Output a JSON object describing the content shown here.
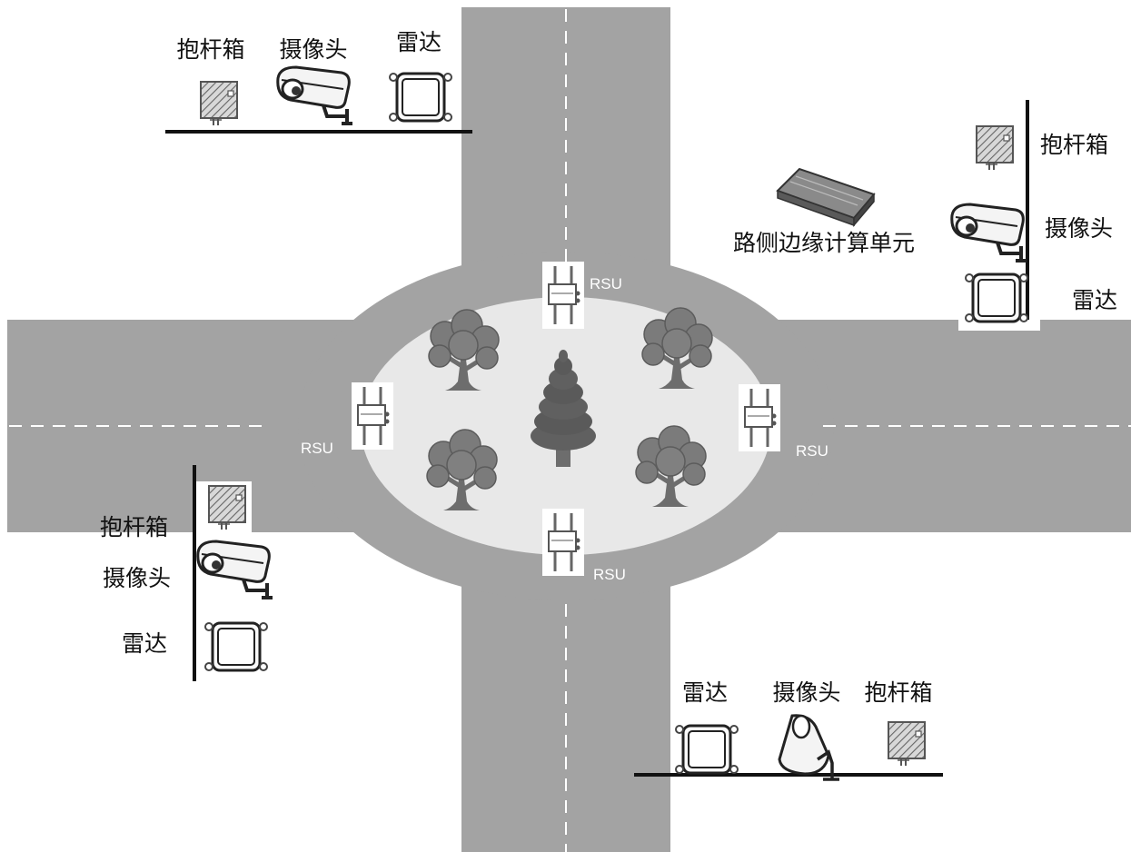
{
  "colors": {
    "road": "#a3a3a3",
    "island": "#e8e8e8",
    "tree": "#7b7b7b",
    "tree_dark": "#5c5c5c",
    "pine": "#606060",
    "trunk": "#6d6d6d",
    "lane_marking": "#ffffff",
    "device_stroke": "#555555",
    "pole": "#111111"
  },
  "labels": {
    "rsu": "RSU",
    "pole_box": "抱杆箱",
    "camera": "摄像头",
    "radar": "雷达",
    "edge_unit": "路侧边缘计算单元"
  },
  "groups": {
    "top_left": {
      "pole_box": "抱杆箱",
      "camera": "摄像头",
      "radar": "雷达"
    },
    "right": {
      "pole_box": "抱杆箱",
      "camera": "摄像头",
      "radar": "雷达"
    },
    "left": {
      "pole_box": "抱杆箱",
      "camera": "摄像头",
      "radar": "雷达"
    },
    "bottom_right": {
      "radar": "雷达",
      "camera": "摄像头",
      "pole_box": "抱杆箱"
    }
  },
  "icons": {
    "rsu": "rsu-antenna-icon",
    "pole_box": "pole-box-icon",
    "camera": "camera-icon",
    "radar": "radar-icon",
    "edge_unit": "edge-computing-unit-icon",
    "tree": "tree-icon",
    "pine": "pine-tree-icon"
  }
}
